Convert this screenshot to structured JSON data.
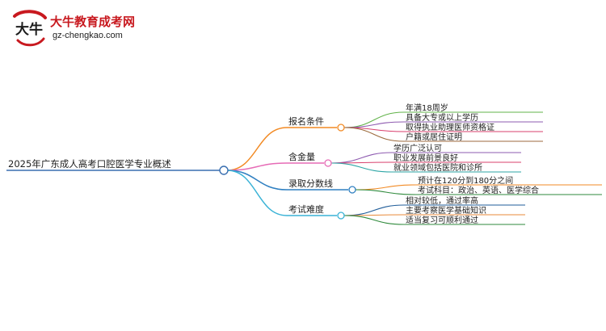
{
  "brand": {
    "logo_text": "大牛",
    "title": "大牛教育成考网",
    "url": "gz-chengkao.com"
  },
  "mindmap": {
    "root": "2025年广东成人高考口腔医学专业概述",
    "branches": [
      {
        "label": "报名条件",
        "color": "#f28a24",
        "children": [
          {
            "label": "年满18周岁",
            "color": "#62b34a"
          },
          {
            "label": "具备大专或以上学历",
            "color": "#8e5bb0"
          },
          {
            "label": "取得执业助理医师资格证",
            "color": "#d9406d"
          },
          {
            "label": "户籍或居住证明",
            "color": "#9c6a3c"
          }
        ]
      },
      {
        "label": "含金量",
        "color": "#e66bb6",
        "children": [
          {
            "label": "学历广泛认可",
            "color": "#8e5bb0"
          },
          {
            "label": "职业发展前景良好",
            "color": "#d9406d"
          },
          {
            "label": "就业领域包括医院和诊所",
            "color": "#2ea6a6"
          }
        ]
      },
      {
        "label": "录取分数线",
        "color": "#2e7fc1",
        "children": [
          {
            "label": "预计在120分到180分之间",
            "color": "#f28a24"
          },
          {
            "label": "考试科目：政治、英语、医学综合",
            "color": "#2f8a3c"
          }
        ]
      },
      {
        "label": "考试难度",
        "color": "#38b2d6",
        "children": [
          {
            "label": "相对较低，通过率高",
            "color": "#1f5c99"
          },
          {
            "label": "主要考察医学基础知识",
            "color": "#e88a3a"
          },
          {
            "label": "适当复习可顺利通过",
            "color": "#2f8a3c"
          }
        ]
      }
    ]
  }
}
